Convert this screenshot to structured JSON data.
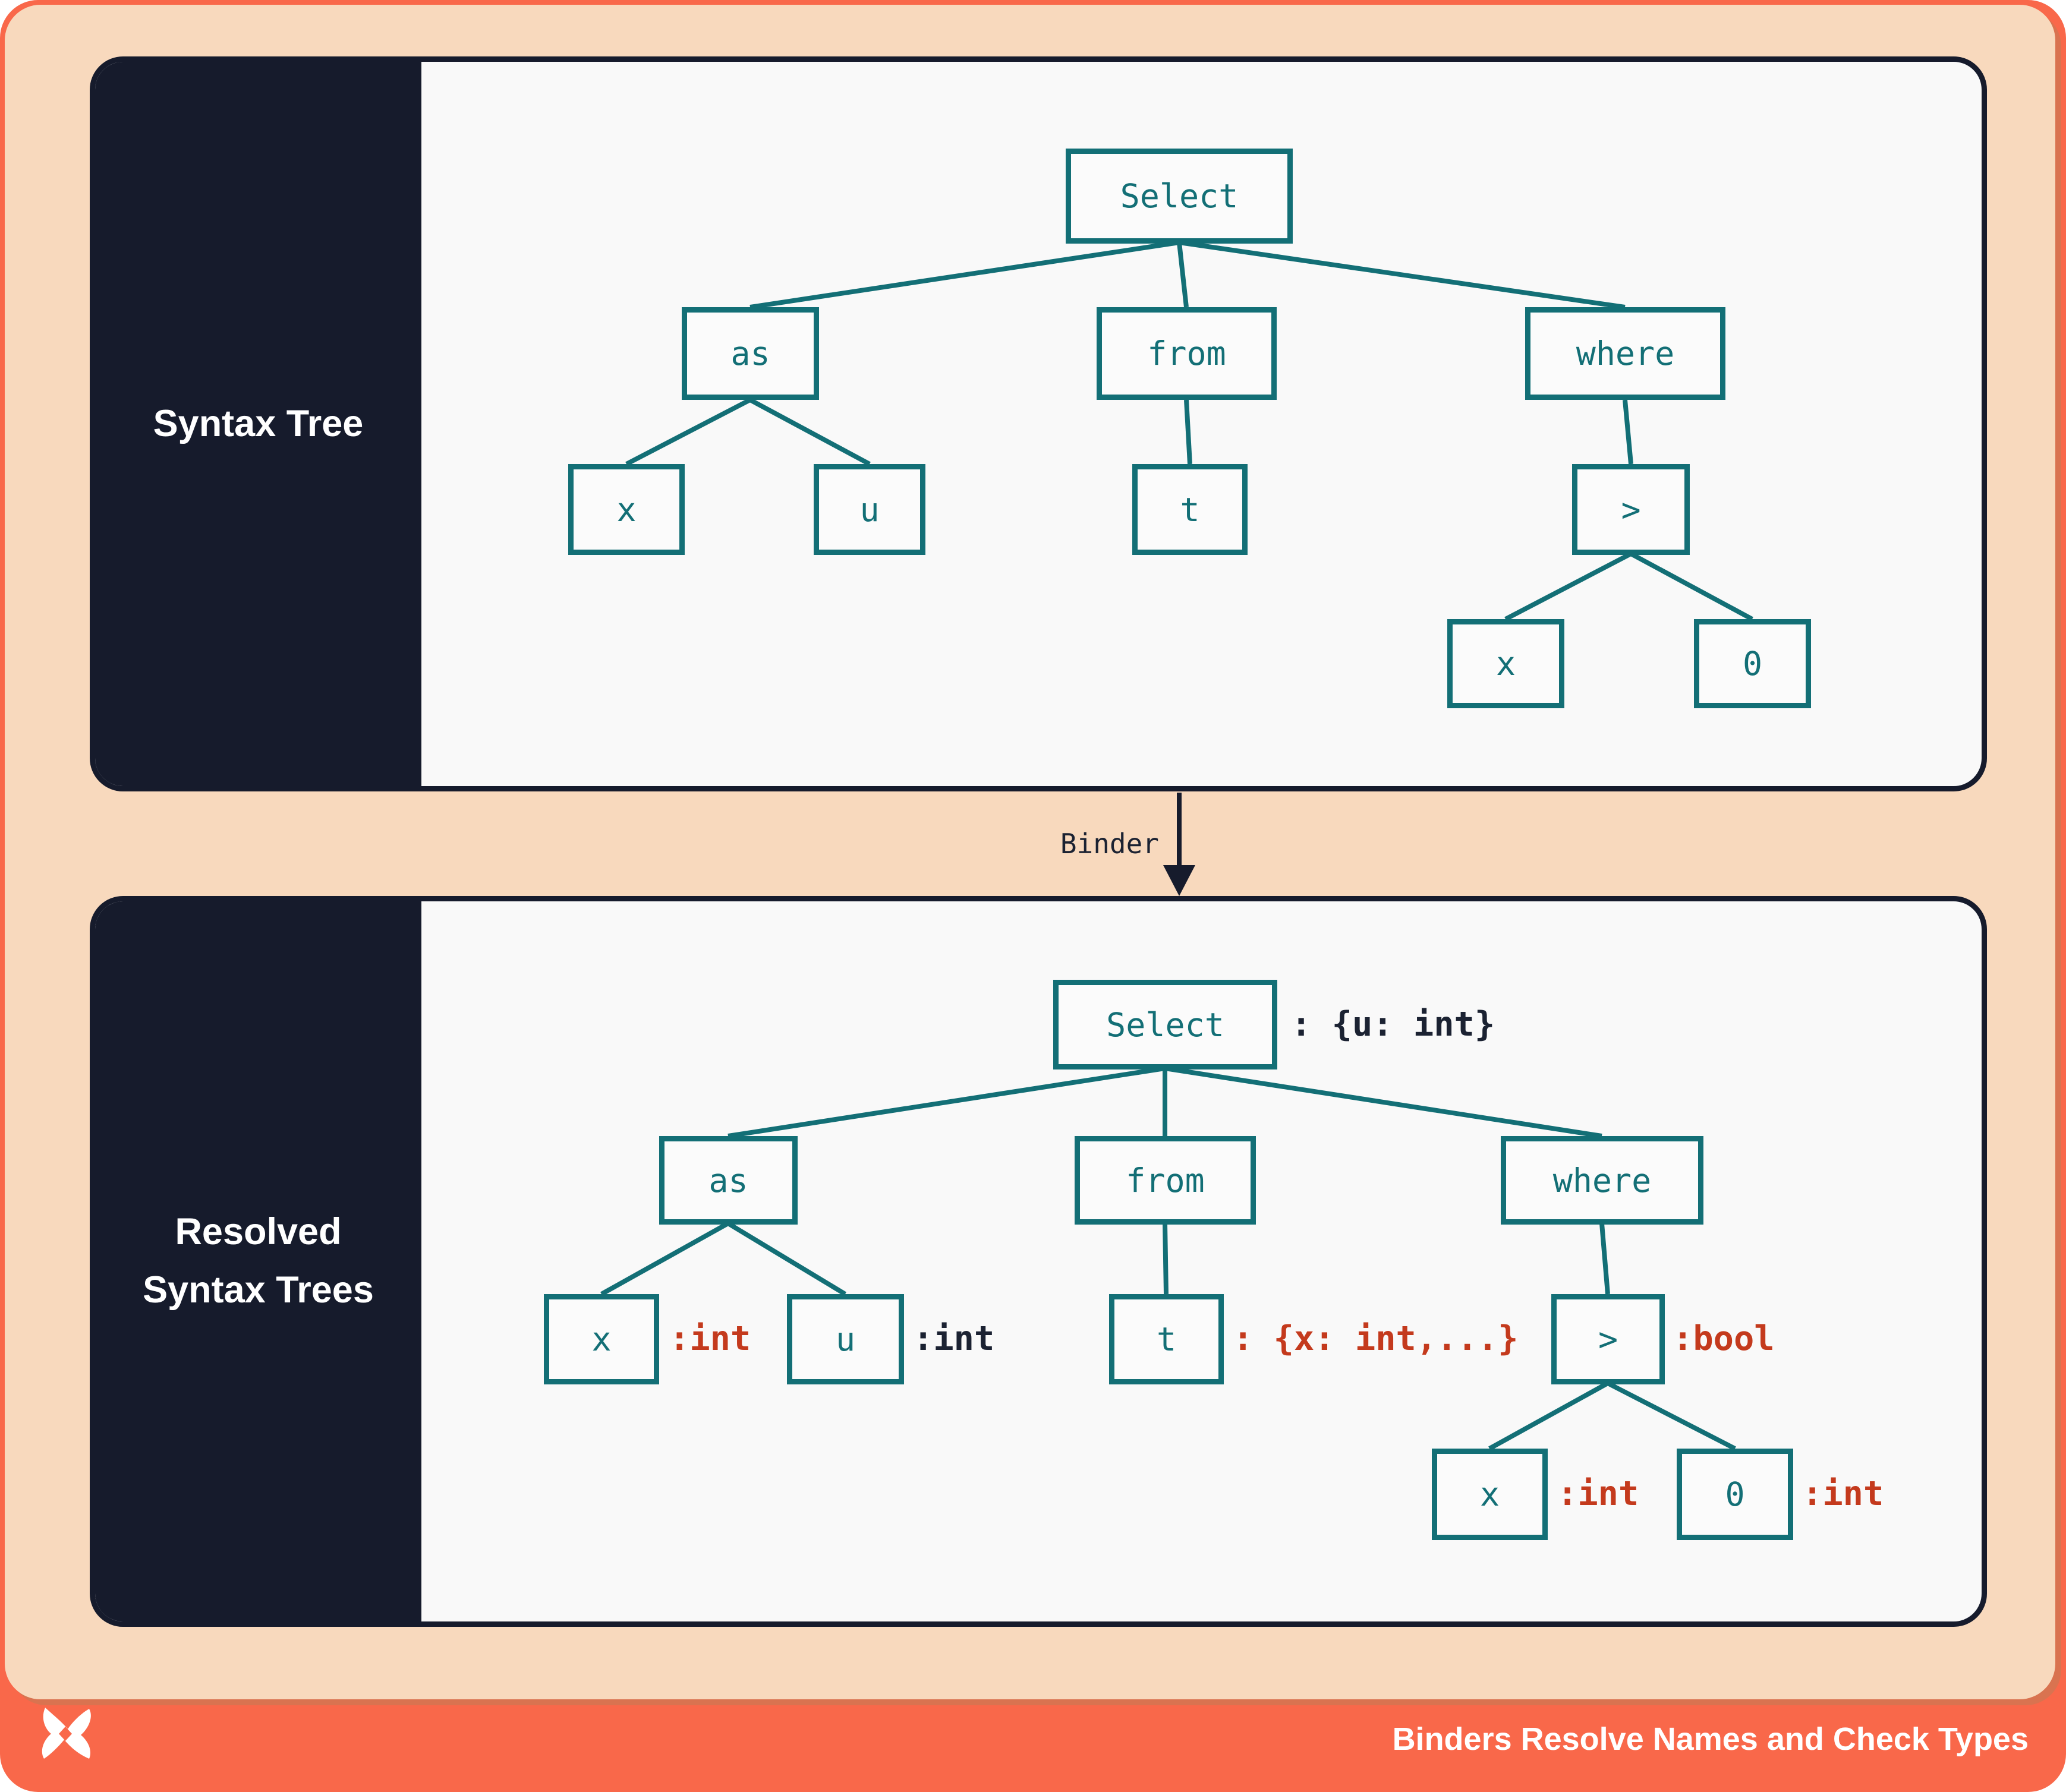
{
  "top_panel": {
    "title": "Syntax Tree",
    "nodes": {
      "select": "Select",
      "as": "as",
      "from": "from",
      "where": "where",
      "x1": "x",
      "u": "u",
      "t": "t",
      "gt": ">",
      "x2": "x",
      "zero": "0"
    }
  },
  "binder": {
    "label": "Binder"
  },
  "bottom_panel": {
    "title_line1": "Resolved",
    "title_line2": "Syntax Trees",
    "nodes": {
      "select": "Select",
      "as": "as",
      "from": "from",
      "where": "where",
      "x1": "x",
      "u": "u",
      "t": "t",
      "gt": ">",
      "x2": "x",
      "zero": "0"
    },
    "annotations": {
      "select": ": {u: int}",
      "x1": ":int",
      "u": ":int",
      "t": ": {x: int,...}",
      "gt": ":bool",
      "x2": ":int",
      "zero": ":int"
    }
  },
  "footer": {
    "title": "Binders Resolve Names and Check Types",
    "logo": "pinwheel-x-logo"
  },
  "colors": {
    "teal": "#136f76",
    "red": "#c43a1d",
    "navy": "#161b2c",
    "orange": "#f9684a",
    "peach": "#f8d9bd",
    "panel_bg": "#f9f9f9",
    "shadow_orange": "#d97350"
  }
}
